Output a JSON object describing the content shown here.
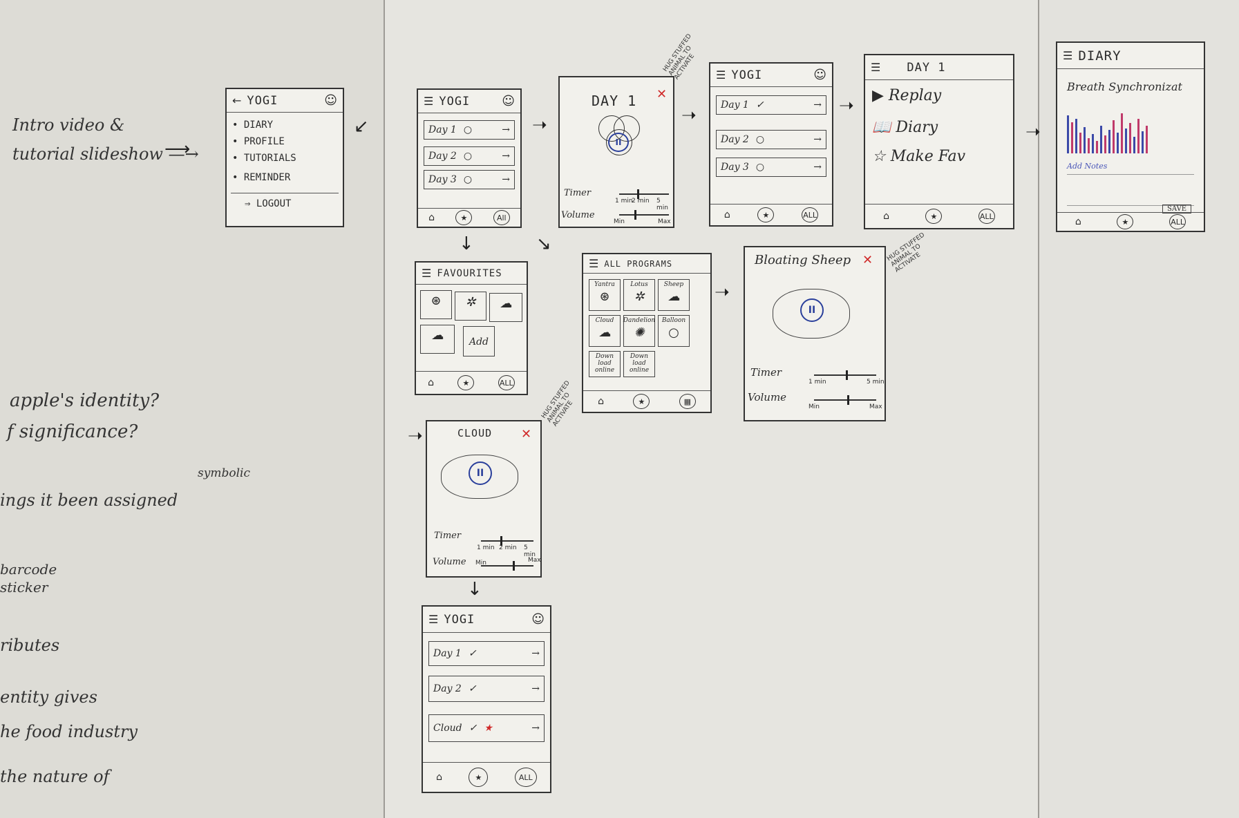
{
  "left_notes": {
    "intro": "Intro video &\ntutorial slideshow —→",
    "q1": "apple's identity?",
    "q2": "f significance?",
    "q3": "ings it been assigned",
    "q3_tag": "symbolic",
    "q4a": "barcode",
    "q4b": "sticker",
    "q5": "ributes",
    "q6": "entity gives",
    "q7": "he food industry",
    "q8": "the nature of"
  },
  "menu_screen": {
    "title": "YOGI",
    "items": [
      "DIARY",
      "PROFILE",
      "TUTORIALS",
      "REMINDER"
    ],
    "logout": "LOGOUT"
  },
  "home_screen": {
    "title": "YOGI",
    "rows": [
      "Day 1",
      "Day 2",
      "Day 3"
    ],
    "tabs": {
      "all": "All"
    }
  },
  "day1_screen": {
    "title": "DAY 1",
    "timer_label": "Timer",
    "volume_label": "Volume",
    "timer_min": "1 min",
    "timer_mid": "2 min",
    "timer_max": "5 min",
    "volume_min": "Min",
    "volume_max": "Max",
    "side_note": "HUG STUFFED ANIMAL TO ACTIVATE"
  },
  "done_screen": {
    "title": "YOGI",
    "rows": [
      "Day 1",
      "Day 2",
      "Day 3"
    ],
    "tabs": {
      "all": "ALL"
    }
  },
  "day1_menu": {
    "title": "DAY 1",
    "items": [
      "Replay",
      "Diary",
      "Make Fav"
    ],
    "tabs": {
      "all": "ALL"
    }
  },
  "diary_screen": {
    "title": "DIARY",
    "subtitle": "Breath Synchronizat",
    "add_notes": "Add Notes",
    "save": "SAVE",
    "tabs": {
      "all": "ALL"
    }
  },
  "favourites_screen": {
    "title": "FAVOURITES",
    "add": "Add",
    "tabs": {
      "all": "ALL"
    }
  },
  "programs_screen": {
    "title": "ALL PROGRAMS",
    "tiles": [
      "Yantra",
      "Lotus",
      "Sheep",
      "Cloud",
      "Dandelion",
      "Balloon",
      "Down load online",
      "Down load online"
    ]
  },
  "sheep_screen": {
    "title": "Bloating Sheep",
    "timer_label": "Timer",
    "volume_label": "Volume",
    "timer_min": "1 min",
    "timer_max": "5 min",
    "volume_min": "Min",
    "volume_max": "Max",
    "side_note": "HUG STUFFED ANIMAL TO ACTIVATE"
  },
  "cloud_screen": {
    "title": "CLOUD",
    "timer_label": "Timer",
    "volume_label": "Volume",
    "timer_min": "1 min",
    "timer_mid": "2 min",
    "timer_max": "5 min",
    "volume_min": "Min",
    "volume_max": "Max",
    "side_note": "HUG STUFFED ANIMAL TO ACTIVATE"
  },
  "final_screen": {
    "title": "YOGI",
    "rows": [
      "Day 1",
      "Day 2",
      "Cloud"
    ],
    "tabs": {
      "all": "ALL"
    }
  }
}
